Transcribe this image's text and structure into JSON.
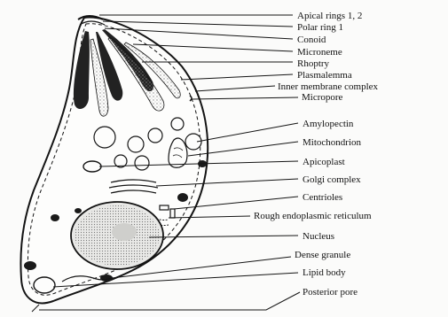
{
  "labels": {
    "apical_rings": "Apical rings 1, 2",
    "polar_ring": "Polar ring 1",
    "conoid": "Conoid",
    "microneme": "Microneme",
    "rhoptry": "Rhoptry",
    "plasmalemma": "Plasmalemma",
    "inner_membrane_complex": "Inner membrane complex",
    "micropore": "Micropore",
    "amylopectin": "Amylopectin",
    "mitochondrion": "Mitochondrion",
    "apicoplast": "Apicoplast",
    "golgi_complex": "Golgi complex",
    "centrioles": "Centrioles",
    "rough_er": "Rough endoplasmic reticulum",
    "nucleus": "Nucleus",
    "dense_granule": "Dense granule",
    "lipid_body": "Lipid body",
    "posterior_pore": "Posterior pore"
  },
  "colors": {
    "ink": "#141414",
    "paper": "#fbfbfa",
    "stipple": "#9a9a9a"
  }
}
